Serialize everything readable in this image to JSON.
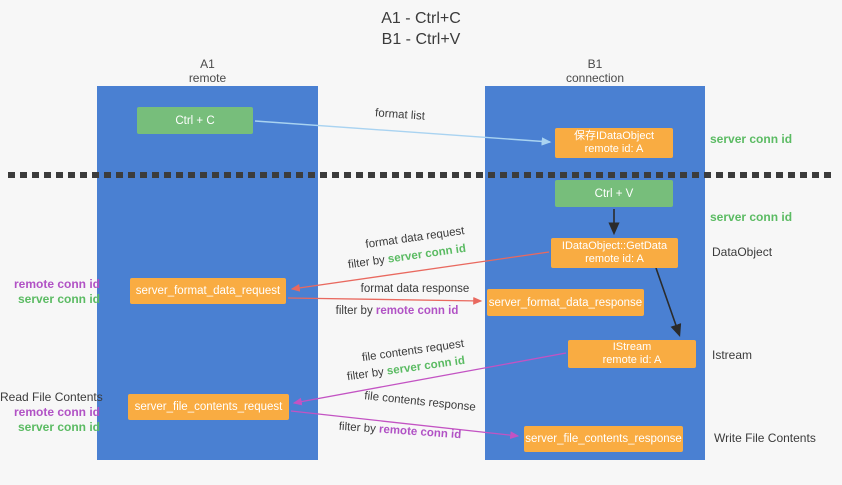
{
  "title": {
    "line1": "A1 - Ctrl+C",
    "line2": "B1 - Ctrl+V"
  },
  "lanes": {
    "left": {
      "name": "A1",
      "subtitle": "remote"
    },
    "right": {
      "name": "B1",
      "subtitle": "connection"
    }
  },
  "nodes": {
    "ctrl_c": {
      "label": "Ctrl + C"
    },
    "save_idataobject": {
      "line1": "保存IDataObject",
      "line2": "remote id: A"
    },
    "ctrl_v": {
      "label": "Ctrl + V"
    },
    "getdata": {
      "line1": "IDataObject::GetData",
      "line2": "remote id: A"
    },
    "format_request": {
      "label": "server_format_data_request"
    },
    "format_response": {
      "label": "server_format_data_response"
    },
    "istream": {
      "line1": "IStream",
      "line2": "remote id: A"
    },
    "file_request": {
      "label": "server_file_contents_request"
    },
    "file_response": {
      "label": "server_file_contents_response"
    }
  },
  "labels": {
    "server_conn_id": "server conn id",
    "remote_conn_id": "remote conn id",
    "filter_by": "filter by",
    "format_list": "format list",
    "format_data_request": "format data request",
    "format_data_response": "format data response",
    "file_contents_request": "file contents request",
    "file_contents_response": "file contents response",
    "data_object": "DataObject",
    "istream": "Istream",
    "read_file_contents": "Read File Contents",
    "write_file_contents": "Write File Contents"
  },
  "colors": {
    "lane_blue": "#4A80D2",
    "box_orange": "#F9AC42",
    "box_green": "#77BE7B",
    "green_text": "#5BBB63",
    "purple_text": "#B152C5",
    "arrow_red": "#E9695F",
    "arrow_magenta": "#C353C3",
    "arrow_lightblue": "#A9D3F1",
    "arrow_black": "#2B2B2B",
    "text_dark": "#3B3B3B",
    "background": "#F7F7F7"
  }
}
